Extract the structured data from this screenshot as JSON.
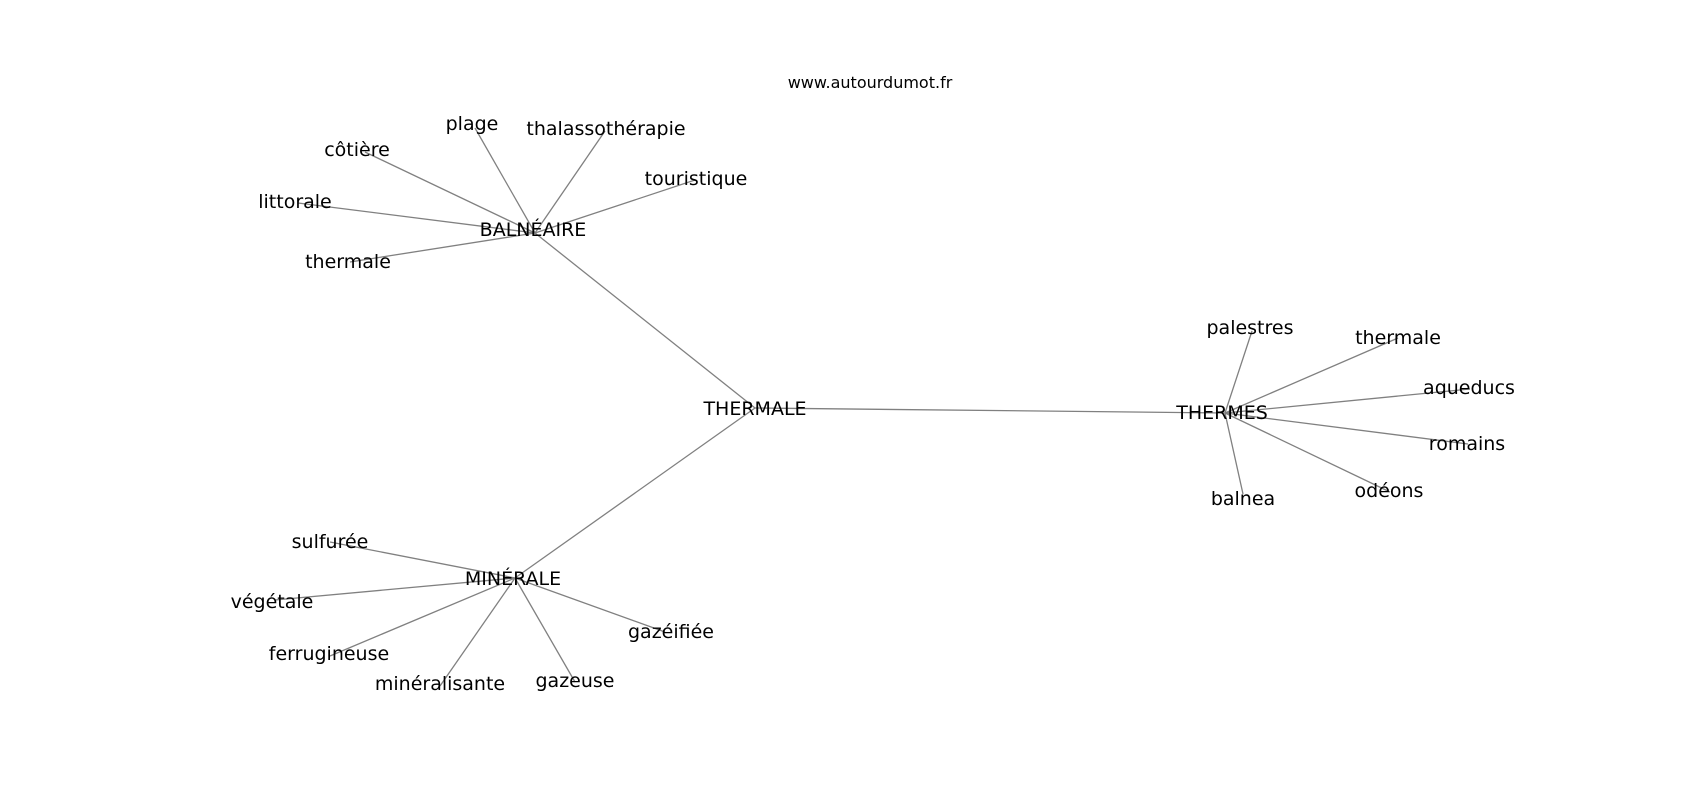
{
  "source_text": "www.autourdumot.fr",
  "center": {
    "label": "THERMALE"
  },
  "groups": [
    {
      "label": "BALNÉAIRE",
      "words": [
        "plage",
        "thalassothérapie",
        "côtière",
        "touristique",
        "littorale",
        "thermale"
      ]
    },
    {
      "label": "THERMES",
      "words": [
        "palestres",
        "thermale",
        "aqueducs",
        "romains",
        "odéons",
        "balnea"
      ]
    },
    {
      "label": "MINÉRALE",
      "words": [
        "sulfurée",
        "végétale",
        "ferrugineuse",
        "minéralisante",
        "gazeuse",
        "gazéifiée"
      ]
    }
  ]
}
